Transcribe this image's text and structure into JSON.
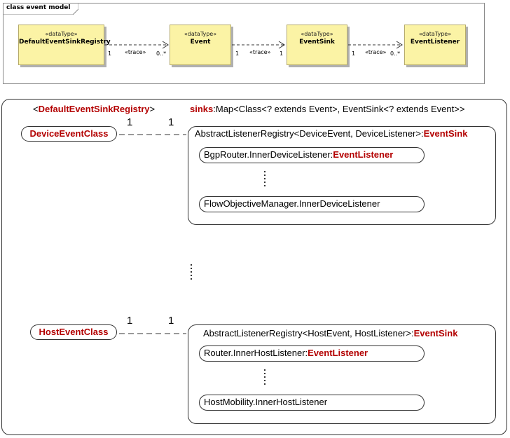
{
  "uml": {
    "frame_title": "class event model",
    "classes": [
      {
        "stereotype": "«dataType»",
        "name": "DefaultEventSinkRegistry"
      },
      {
        "stereotype": "«dataType»",
        "name": "Event"
      },
      {
        "stereotype": "«dataType»",
        "name": "EventSink"
      },
      {
        "stereotype": "«dataType»",
        "name": "EventListener"
      }
    ],
    "links": [
      {
        "label": "«trace»",
        "from_mult": "1",
        "to_mult": "0..*"
      },
      {
        "label": "«trace»",
        "from_mult": "1",
        "to_mult": "1"
      },
      {
        "label": "«trace»",
        "from_mult": "1",
        "to_mult": "0..*"
      }
    ]
  },
  "registry": {
    "header_open": "<",
    "header_class": "DefaultEventSinkRegistry",
    "header_close": ">",
    "field_name": "sinks",
    "field_type": ":Map<Class<? extends Event>, EventSink<? extends Event>>",
    "entries": [
      {
        "key": "DeviceEventClass",
        "mult_left": "1",
        "mult_right": "1",
        "sink_prefix": "AbstractListenerRegistry<DeviceEvent, DeviceListener>:",
        "sink_type": "EventSink",
        "listeners": [
          {
            "prefix": "BgpRouter.InnerDeviceListener:",
            "type": "EventListener"
          },
          {
            "prefix": "FlowObjectiveManager.InnerDeviceListener",
            "type": ""
          }
        ]
      },
      {
        "key": "HostEventClass",
        "mult_left": "1",
        "mult_right": "1",
        "sink_prefix": "AbstractListenerRegistry<HostEvent, HostListener>:",
        "sink_type": "EventSink",
        "listeners": [
          {
            "prefix": "Router.InnerHostListener:",
            "type": "EventListener"
          },
          {
            "prefix": "HostMobility.InnerHostListener",
            "type": ""
          }
        ]
      }
    ]
  }
}
